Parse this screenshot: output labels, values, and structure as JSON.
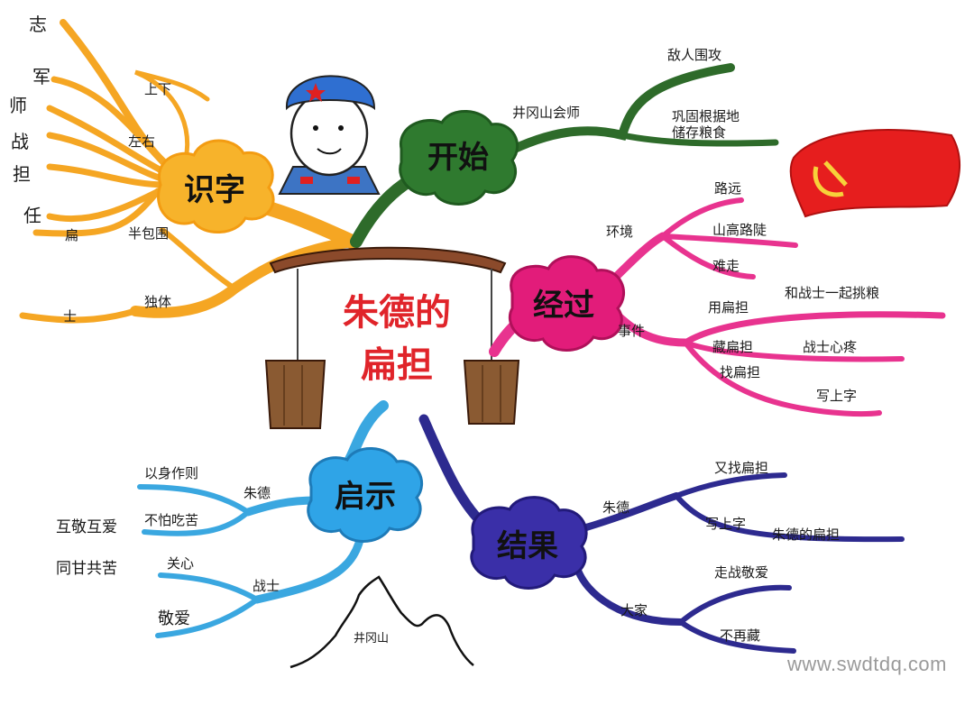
{
  "title": {
    "line1": "朱德的",
    "line2": "扁担"
  },
  "branches": {
    "shizi": {
      "label": "识字",
      "color": "#f5a623",
      "hub_fill": "#f7b32b",
      "chars": [
        "志",
        "军",
        "师",
        "战",
        "担",
        "任"
      ],
      "leaves": [
        "上下",
        "左右",
        "扁",
        "半包围",
        "士",
        "独体"
      ]
    },
    "kaishi": {
      "label": "开始",
      "color": "#2e6b2a",
      "hub_fill": "#2f7a2f",
      "leaves": [
        "井冈山会师",
        "敌人围攻",
        "巩固根据地",
        "储存粮食"
      ]
    },
    "jingguo": {
      "label": "经过",
      "color": "#e8338f",
      "hub_fill": "#e21c7a",
      "leaves": [
        "环境",
        "路远",
        "山高路陡",
        "难走",
        "事件",
        "用扁担",
        "和战士一起挑粮",
        "藏扁担",
        "战士心疼",
        "找扁担",
        "写上字"
      ]
    },
    "qishi": {
      "label": "启示",
      "color": "#3aa7e0",
      "hub_fill": "#2fa4e7",
      "leaves": [
        "以身作则",
        "朱德",
        "不怕吃苦",
        "互敬互爱",
        "同甘共苦",
        "关心",
        "战士",
        "敬爱"
      ]
    },
    "jieguo": {
      "label": "结果",
      "color": "#2d2a8f",
      "hub_fill": "#3a2fa8",
      "leaves": [
        "朱德",
        "又找扁担",
        "写上字",
        "朱德的扁担",
        "大家",
        "走战敬爱",
        "不再藏"
      ]
    }
  },
  "mountain_label": "井冈山",
  "watermark": "www.swdtdq.com",
  "icons": [
    "soldier-icon",
    "party-flag-icon",
    "carrying-pole-icon",
    "mountain-icon"
  ]
}
